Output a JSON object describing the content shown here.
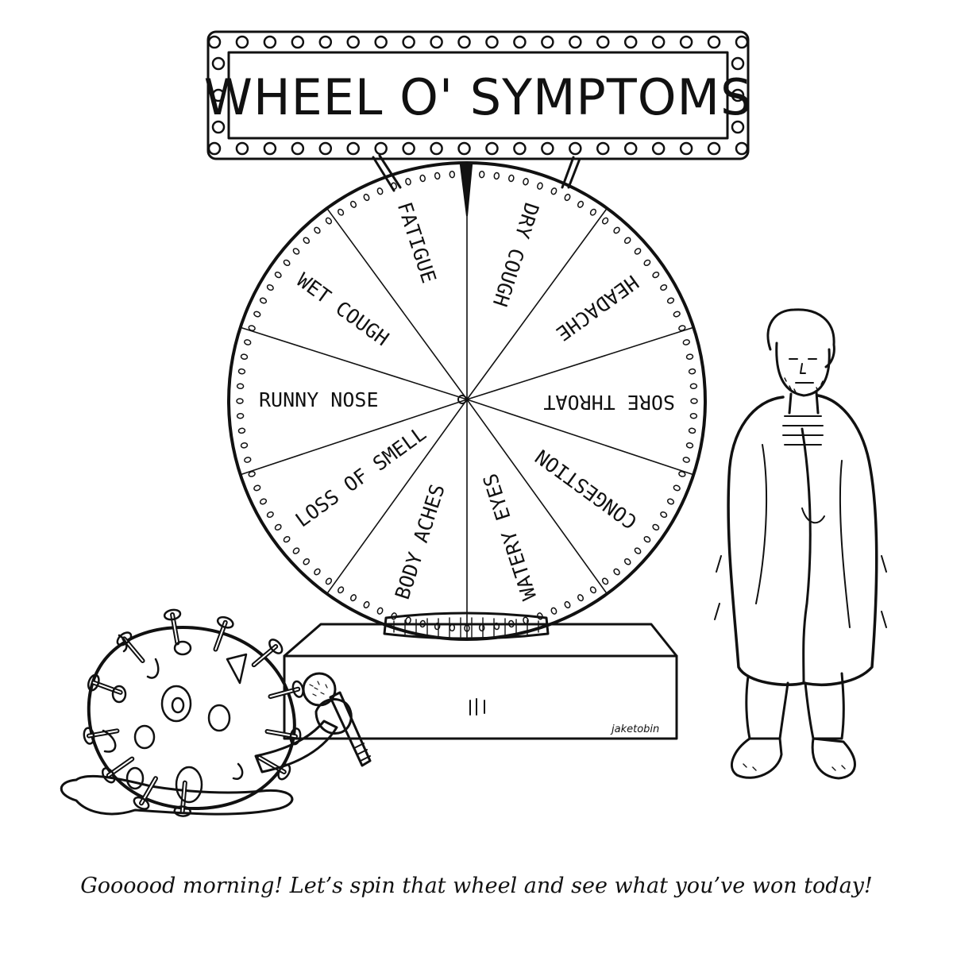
{
  "sign": {
    "title": "WHEEL O' SYMPTOMS"
  },
  "wheel": {
    "segments": [
      "DRY COUGH",
      "HEADACHE",
      "SORE THROAT",
      "CONGESTION",
      "WATERY EYES",
      "BODY ACHES",
      "LOSS OF SMELL",
      "RUNNY NOSE",
      "WET COUGH",
      "FATIGUE"
    ]
  },
  "artist": {
    "signature": "jaketobin"
  },
  "caption": {
    "text": "Goooood morning! Let’s spin that wheel and see what you’ve won today!"
  },
  "colors": {
    "ink": "#111111",
    "paper": "#ffffff"
  }
}
